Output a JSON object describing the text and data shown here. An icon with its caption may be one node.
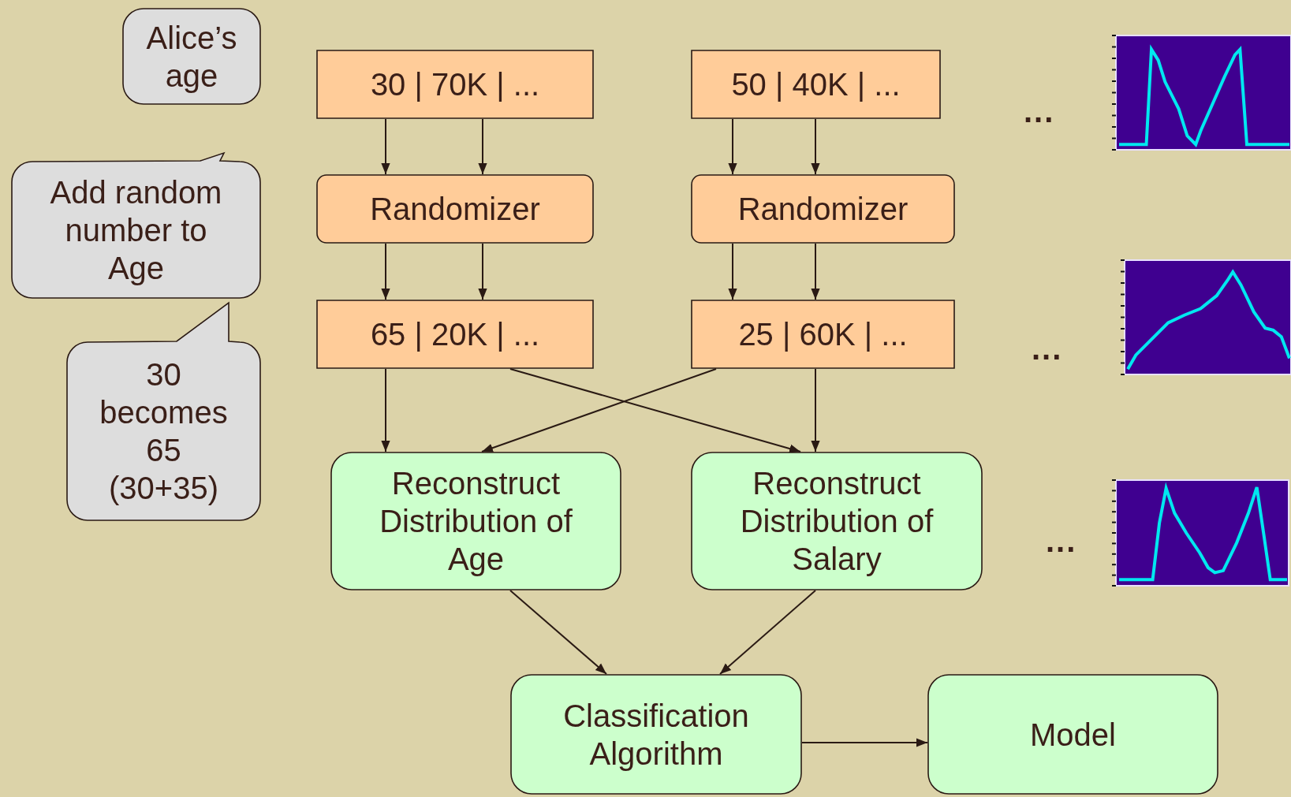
{
  "diagram": {
    "nodes": [
      {
        "text": [
          "Alice’s age"
        ]
      },
      {
        "text": [
          "Add random number to Age"
        ]
      },
      {
        "text": [
          "30 becomes 65 (30+35)"
        ]
      },
      {
        "text": [
          "30 | 70K | ..."
        ]
      },
      {
        "text": [
          "50 | 40K | ..."
        ]
      },
      {
        "text": [
          "Randomizer"
        ]
      },
      {
        "text": [
          "Randomizer"
        ]
      },
      {
        "text": [
          "65 | 20K | ..."
        ]
      },
      {
        "text": [
          "25 | 60K | ..."
        ]
      },
      {
        "text": [
          "Reconstruct Distribution of Age"
        ]
      },
      {
        "text": [
          "Reconstruct Distribution of Salary"
        ]
      },
      {
        "text": [
          "Classification Algorithm"
        ]
      },
      {
        "text": [
          "Model"
        ]
      }
    ],
    "edges": [
      {
        "from": 3,
        "to": 5,
        "arrow": "to"
      },
      {
        "from": 3,
        "to": 5,
        "arrow": "to"
      },
      {
        "from": 4,
        "to": 6,
        "arrow": "to"
      },
      {
        "from": 4,
        "to": 6,
        "arrow": "to"
      },
      {
        "from": 5,
        "to": 7,
        "arrow": "to"
      },
      {
        "from": 5,
        "to": 7,
        "arrow": "to"
      },
      {
        "from": 6,
        "to": 8,
        "arrow": "to"
      },
      {
        "from": 6,
        "to": 8,
        "arrow": "to"
      },
      {
        "from": 7,
        "to": 9,
        "arrow": "to"
      },
      {
        "from": 7,
        "to": 10,
        "arrow": "to"
      },
      {
        "from": 8,
        "to": 9,
        "arrow": "to"
      },
      {
        "from": 8,
        "to": 10,
        "arrow": "to"
      },
      {
        "from": 9,
        "to": 11,
        "arrow": "to"
      },
      {
        "from": 10,
        "to": 11,
        "arrow": "to"
      },
      {
        "from": 11,
        "to": 12,
        "arrow": "to"
      }
    ],
    "labels": [
      "...",
      "...",
      "..."
    ]
  }
}
